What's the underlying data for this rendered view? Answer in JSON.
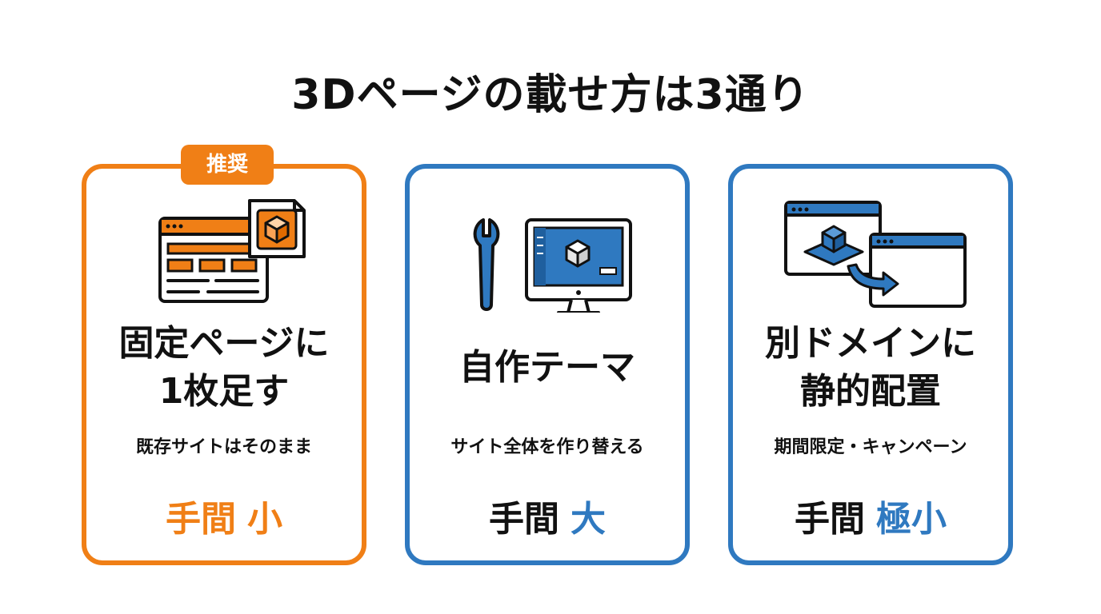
{
  "title": "3Dページの載せ方は3通り",
  "colors": {
    "orange": "#f07f16",
    "blue": "#2f79c0",
    "dark": "#111111"
  },
  "cards": [
    {
      "badge": "推奨",
      "heading_line1": "固定ページに",
      "heading_line2": "1枚足す",
      "subtitle": "既存サイトはそのまま",
      "effort_label": "手間",
      "effort_value": "小",
      "icon": "webpage-with-3d-file-icon"
    },
    {
      "heading_line1": "自作テーマ",
      "subtitle": "サイト全体を作り替える",
      "effort_label": "手間",
      "effort_value": "大",
      "icon": "wrench-and-monitor-icon"
    },
    {
      "heading_line1": "別ドメインに",
      "heading_line2": "静的配置",
      "subtitle": "期間限定・キャンペーン",
      "effort_label": "手間",
      "effort_value": "極小",
      "icon": "browser-transfer-icon"
    }
  ]
}
